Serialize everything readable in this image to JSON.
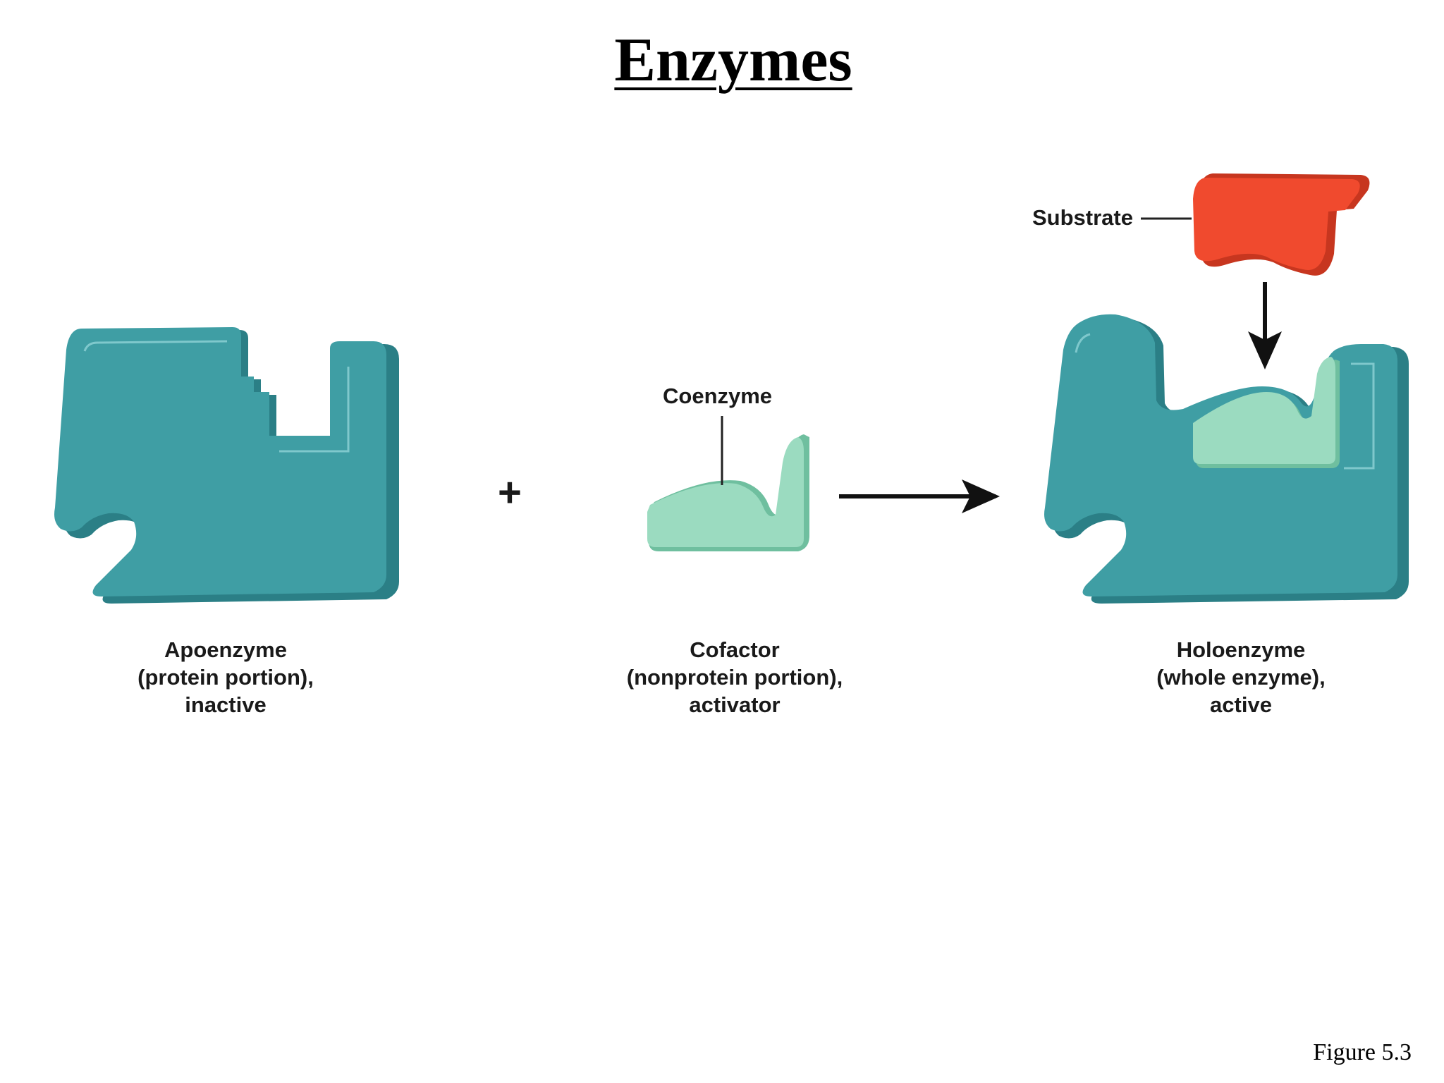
{
  "title": "Enzymes",
  "figure_label": "Figure 5.3",
  "colors": {
    "enzyme_teal": "#3f9ea4",
    "enzyme_dark": "#2b7f86",
    "cofactor_mint": "#8fd3b7",
    "substrate_red": "#f04a2e",
    "arrow": "#111111"
  },
  "apoenzyme": {
    "line1": "Apoenzyme",
    "line2": "(protein portion),",
    "line3": "inactive"
  },
  "operator_plus": "+",
  "cofactor": {
    "line1": "Cofactor",
    "line2": "(nonprotein portion),",
    "line3": "activator",
    "pointer_label": "Coenzyme"
  },
  "holoenzyme": {
    "line1": "Holoenzyme",
    "line2": "(whole enzyme),",
    "line3": "active"
  },
  "substrate": {
    "label": "Substrate"
  }
}
